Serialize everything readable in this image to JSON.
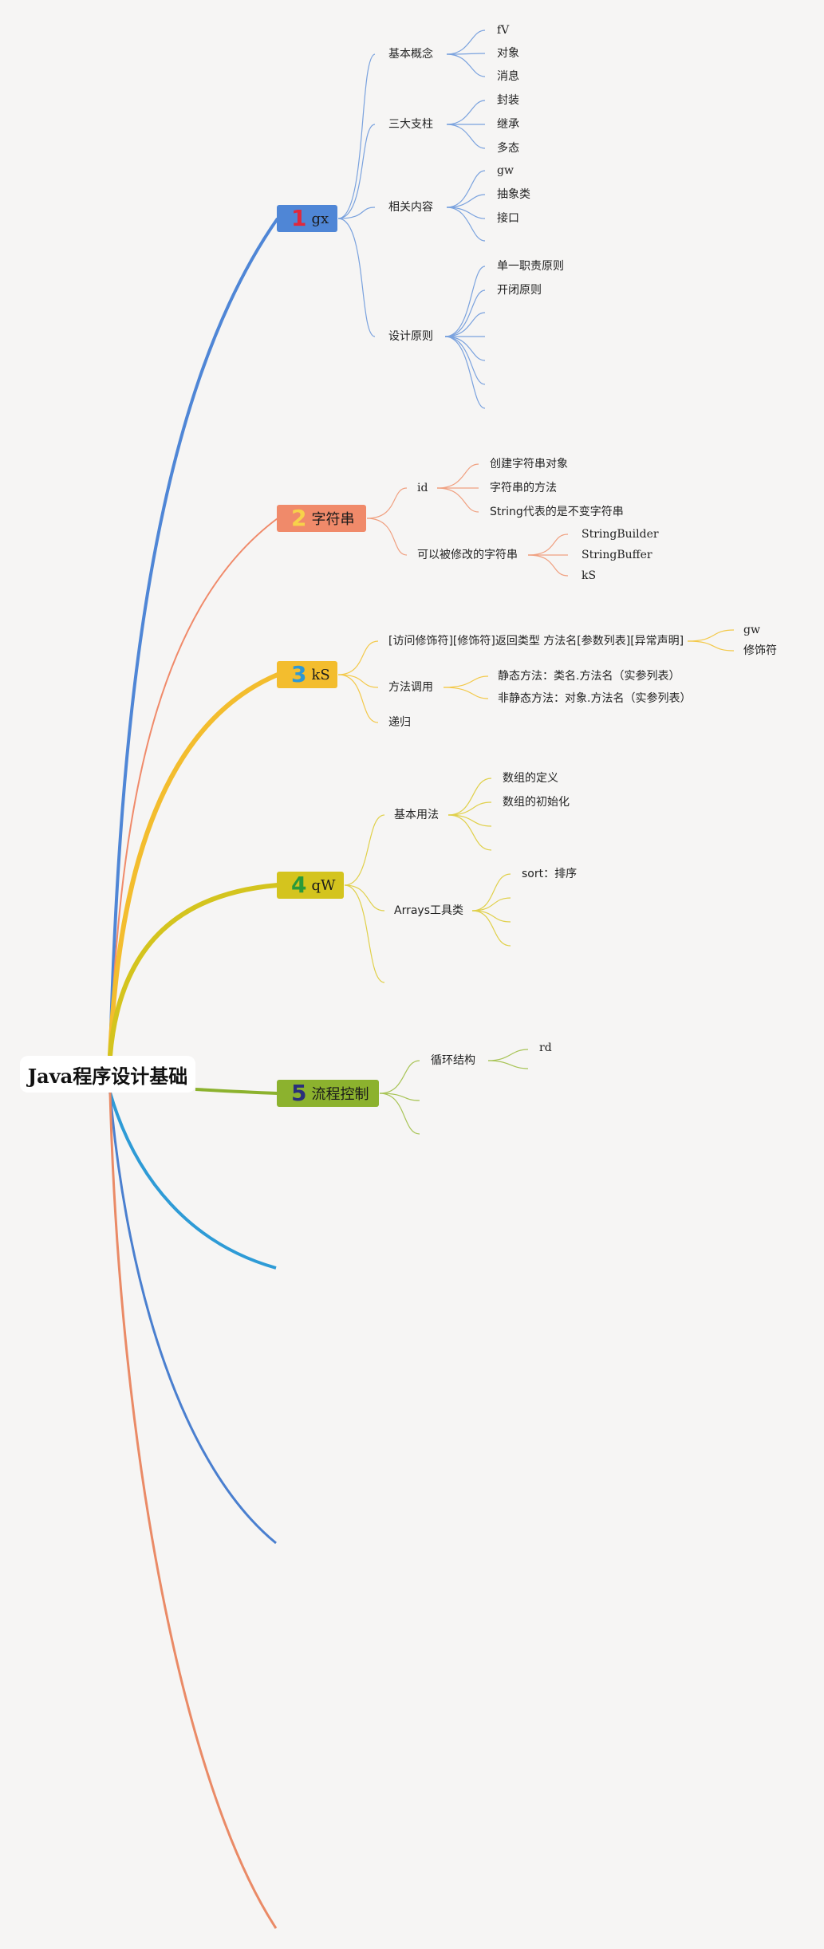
{
  "root": {
    "title": "Java程序设计基础"
  },
  "colors": {
    "b1": "#4f86d6",
    "b2": "#f08a6a",
    "b3": "#f3bd2e",
    "b4": "#d4c41e",
    "b5": "#8cb22e",
    "b6": "#2e9bd6",
    "b7": "#4a7fcf",
    "b8": "#ea8a66",
    "num1": "#e0283c",
    "num2": "#f7d24a",
    "num3": "#2e98d4",
    "num4": "#2a9a3a",
    "num5": "#2a2f7a"
  },
  "branches": [
    {
      "num": "1",
      "label": "gx",
      "children": [
        {
          "label": "基本概念",
          "children": [
            "fV",
            "对象",
            "消息"
          ]
        },
        {
          "label": "三大支柱",
          "children": [
            "封装",
            "继承",
            "多态"
          ]
        },
        {
          "label": "相关内容",
          "children": [
            "gw",
            "抽象类",
            "接口"
          ]
        },
        {
          "label": "设计原则",
          "children": [
            "单一职责原则",
            "开闭原则"
          ]
        }
      ]
    },
    {
      "num": "2",
      "label": "字符串",
      "children": [
        {
          "label": "id",
          "children": [
            "创建字符串对象",
            "字符串的方法",
            "String代表的是不变字符串"
          ]
        },
        {
          "label": "可以被修改的字符串",
          "children": [
            "StringBuilder",
            "StringBuffer",
            "kS"
          ]
        }
      ]
    },
    {
      "num": "3",
      "label": "kS",
      "children": [
        {
          "label": "[访问修饰符][修饰符]返回类型 方法名[参数列表][异常声明]",
          "children": [
            "gw",
            "修饰符"
          ]
        },
        {
          "label": "方法调用",
          "children": [
            "静态方法：类名.方法名（实参列表）",
            "非静态方法：对象.方法名（实参列表）"
          ]
        },
        {
          "label": "递归",
          "children": []
        }
      ]
    },
    {
      "num": "4",
      "label": "qW",
      "children": [
        {
          "label": "基本用法",
          "children": [
            "数组的定义",
            "数组的初始化"
          ]
        },
        {
          "label": "Arrays工具类",
          "children": [
            "sort：排序"
          ]
        }
      ]
    },
    {
      "num": "5",
      "label": "流程控制",
      "children": [
        {
          "label": "循环结构",
          "children": [
            "rd"
          ]
        }
      ]
    }
  ]
}
